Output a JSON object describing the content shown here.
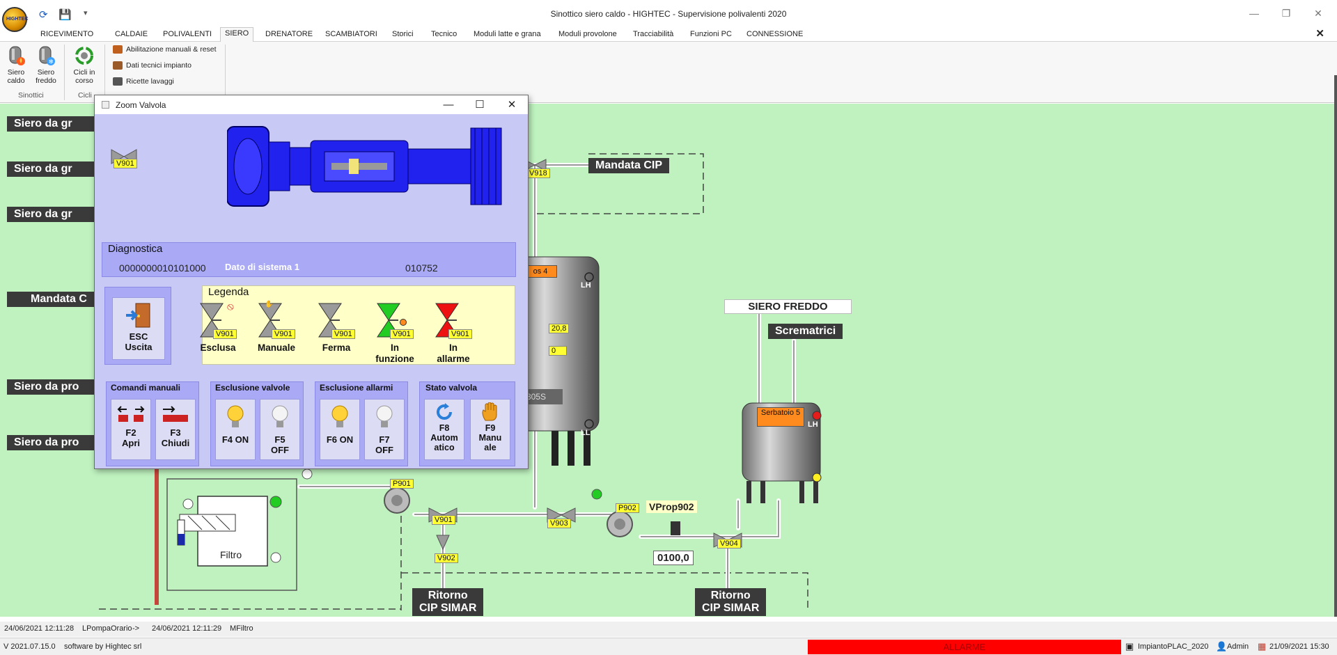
{
  "app": {
    "title": "Sinottico siero caldo - HIGHTEC - Supervisione polivalenti 2020",
    "logo_text": "HIGHTEC"
  },
  "window_controls": {
    "minimize": "—",
    "restore": "❐",
    "close": "✕"
  },
  "menu": {
    "tabs": [
      "RICEVIMENTO",
      "CALDAIE",
      "POLIVALENTI",
      "SIERO",
      "DRENATORE",
      "SCAMBIATORI",
      "Storici",
      "Tecnico",
      "Moduli latte e grana",
      "Moduli provolone",
      "Tracciabilità",
      "Funzioni PC",
      "CONNESSIONE"
    ],
    "active": "SIERO",
    "close_glyph": "✕"
  },
  "ribbon": {
    "siero_caldo": "Siero caldo",
    "siero_freddo": "Siero freddo",
    "cicli_in_corso": "Cicli in corso",
    "group_sinottici": "Sinottici",
    "group_cicli": "Cicli",
    "abilitazione": "Abilitazione manuali & reset",
    "dati_tecnici": "Dati tecnici impianto",
    "ricette": "Ricette lavaggi"
  },
  "synoptic": {
    "left_labels": [
      "Siero da gr",
      "Siero da gr",
      "Siero da gr",
      "Mandata C",
      "Siero da pro",
      "Siero da pro"
    ],
    "mandata_cip": "Mandata CIP",
    "siero_freddo": "SIERO FREDDO",
    "scrematrici": "Scrematrici",
    "ritorno_1": "Ritorno\nCIP SIMAR",
    "ritorno_2": "Ritorno\nCIP SIMAR",
    "tank4_label": "os 4",
    "tank4_code": "305S",
    "tank4_val1": "20,8",
    "tank4_val2": "0",
    "tank5_label": "Serbatoio 5",
    "lh": "LH",
    "ll": "LL",
    "filtro": "Filtro",
    "tags": {
      "v918": "V918",
      "p901": "P901",
      "v901": "V901",
      "v902": "V902",
      "v903": "V903",
      "p902": "P902",
      "v904": "V904"
    },
    "vprop": "VProp902",
    "vprop_value": "0100,0"
  },
  "dialog": {
    "title": "Zoom Valvola",
    "valve_tag": "V901",
    "diagnostica_title": "Diagnostica",
    "diag_bits": "0000000010101000",
    "diag_label": "Dato di sistema 1",
    "diag_value": "010752",
    "esc_label": "ESC\nUscita",
    "legenda_title": "Legenda",
    "legend": [
      {
        "label": "Esclusa",
        "tag": "V901",
        "color": "#9a9a9a"
      },
      {
        "label": "Manuale",
        "tag": "V901",
        "color": "#9a9a9a"
      },
      {
        "label": "Ferma",
        "tag": "V901",
        "color": "#9a9a9a"
      },
      {
        "label": "In\nfunzione",
        "tag": "V901",
        "color": "#22cc22"
      },
      {
        "label": "In\nallarme",
        "tag": "V901",
        "color": "#ee1111"
      }
    ],
    "groups": {
      "comandi": "Comandi manuali",
      "escl_valvole": "Esclusione valvole",
      "escl_allarmi": "Esclusione allarmi",
      "stato": "Stato valvola"
    },
    "buttons": {
      "f2": "F2\nApri",
      "f3": "F3\nChiudi",
      "f4": "F4 ON",
      "f5": "F5\nOFF",
      "f6": "F6 ON",
      "f7": "F7\nOFF",
      "f8": "F8\nAutom\natico",
      "f9": "F9\nManu\nale"
    }
  },
  "log_bar": {
    "time1": "24/06/2021 12:11:28",
    "event": "LPompaOrario",
    "arrow": "->",
    "time2": "24/06/2021 12:11:29",
    "filter": "MFiltro"
  },
  "status_bar": {
    "version": "V 2021.07.15.0",
    "software": "software by Hightec srl",
    "alarm": "ALLARME",
    "plant": "ImpiantoPLAC_2020",
    "user": "Admin",
    "datetime": "21/09/2021 15:30"
  },
  "colors": {
    "synoptic_bg": "#bff2bf",
    "dialog_bg": "#c9c9f6",
    "panel": "#a9a9f5",
    "legend_bg": "#ffffc8",
    "alarm": "#ff0000"
  }
}
